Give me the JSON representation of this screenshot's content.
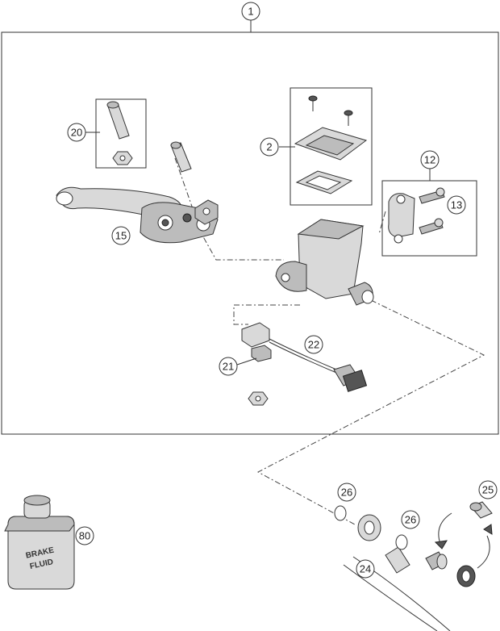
{
  "callouts": {
    "c1": "1",
    "c2": "2",
    "c12": "12",
    "c13": "13",
    "c15": "15",
    "c20": "20",
    "c21": "21",
    "c22": "22",
    "c24": "24",
    "c25": "25",
    "c26a": "26",
    "c26b": "26",
    "c80": "80"
  },
  "bottle": {
    "line1": "BRAKE",
    "line2": "FLUID"
  }
}
